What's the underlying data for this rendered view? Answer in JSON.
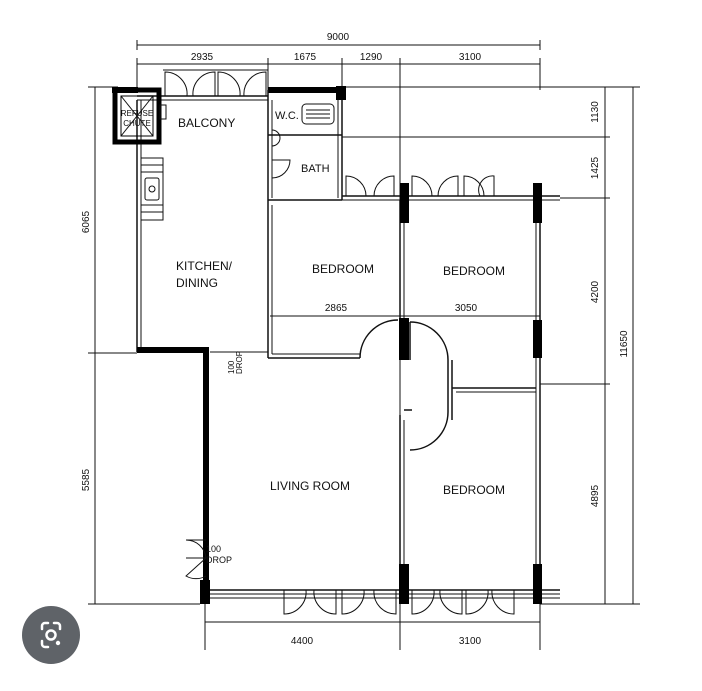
{
  "rooms": {
    "balcony": "BALCONY",
    "refuse_chute": [
      "REFUSE",
      "CHUTE"
    ],
    "wc": "W.C.",
    "bath": "BATH",
    "kitchen": [
      "KITCHEN/",
      "DINING"
    ],
    "bedroom_1": "BEDROOM",
    "bedroom_2": "BEDROOM",
    "bedroom_3": "BEDROOM",
    "living": "LIVING ROOM"
  },
  "drops": {
    "upper": [
      "100",
      "DROP"
    ],
    "lower": [
      "100",
      "DROP"
    ]
  },
  "dimensions": {
    "top_total": "9000",
    "top_segments": [
      "2935",
      "1675",
      "1290",
      "3100"
    ],
    "right_segments": [
      "1130",
      "1425",
      "4200",
      "4895"
    ],
    "right_total": "11650",
    "left_segments": [
      "6065",
      "5585"
    ],
    "bottom_segments": [
      "4400",
      "3100"
    ],
    "mid_segments": [
      "2865",
      "3050"
    ]
  },
  "lens_icon": "google-lens-icon"
}
